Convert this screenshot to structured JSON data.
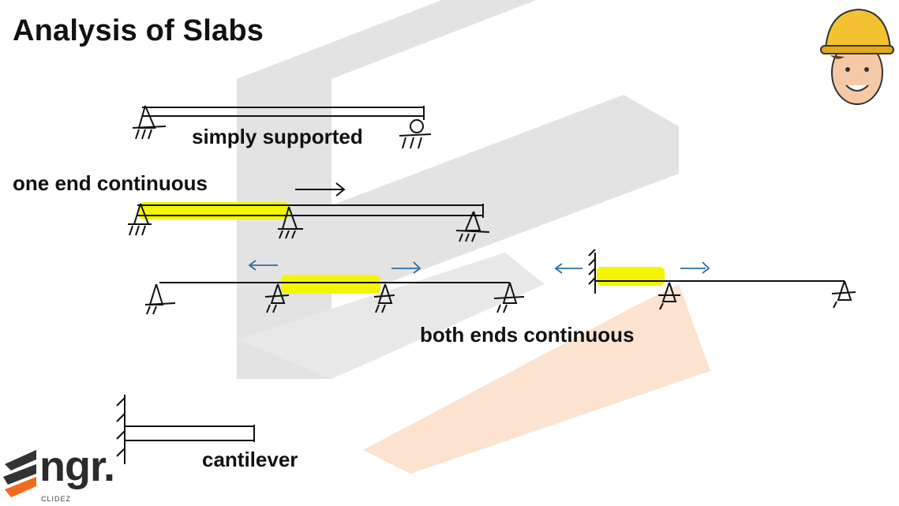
{
  "title": "Analysis of Slabs",
  "labels": {
    "simply_supported": "simply supported",
    "one_end_continuous": "one end continuous",
    "both_ends_continuous": "both ends continuous",
    "cantilever": "cantilever"
  },
  "logo": {
    "text": "ngr.",
    "subtext": "CLIDEZ"
  },
  "colors": {
    "highlight": "#f5f500",
    "ink": "#111111",
    "arrow_blue": "#2a6fa8",
    "watermark_grey": "#d9d9d9",
    "watermark_orange": "#fbe1cc",
    "logo_orange": "#f26a1b"
  },
  "icons": {
    "mascot": "engineer-mascot-icon"
  }
}
